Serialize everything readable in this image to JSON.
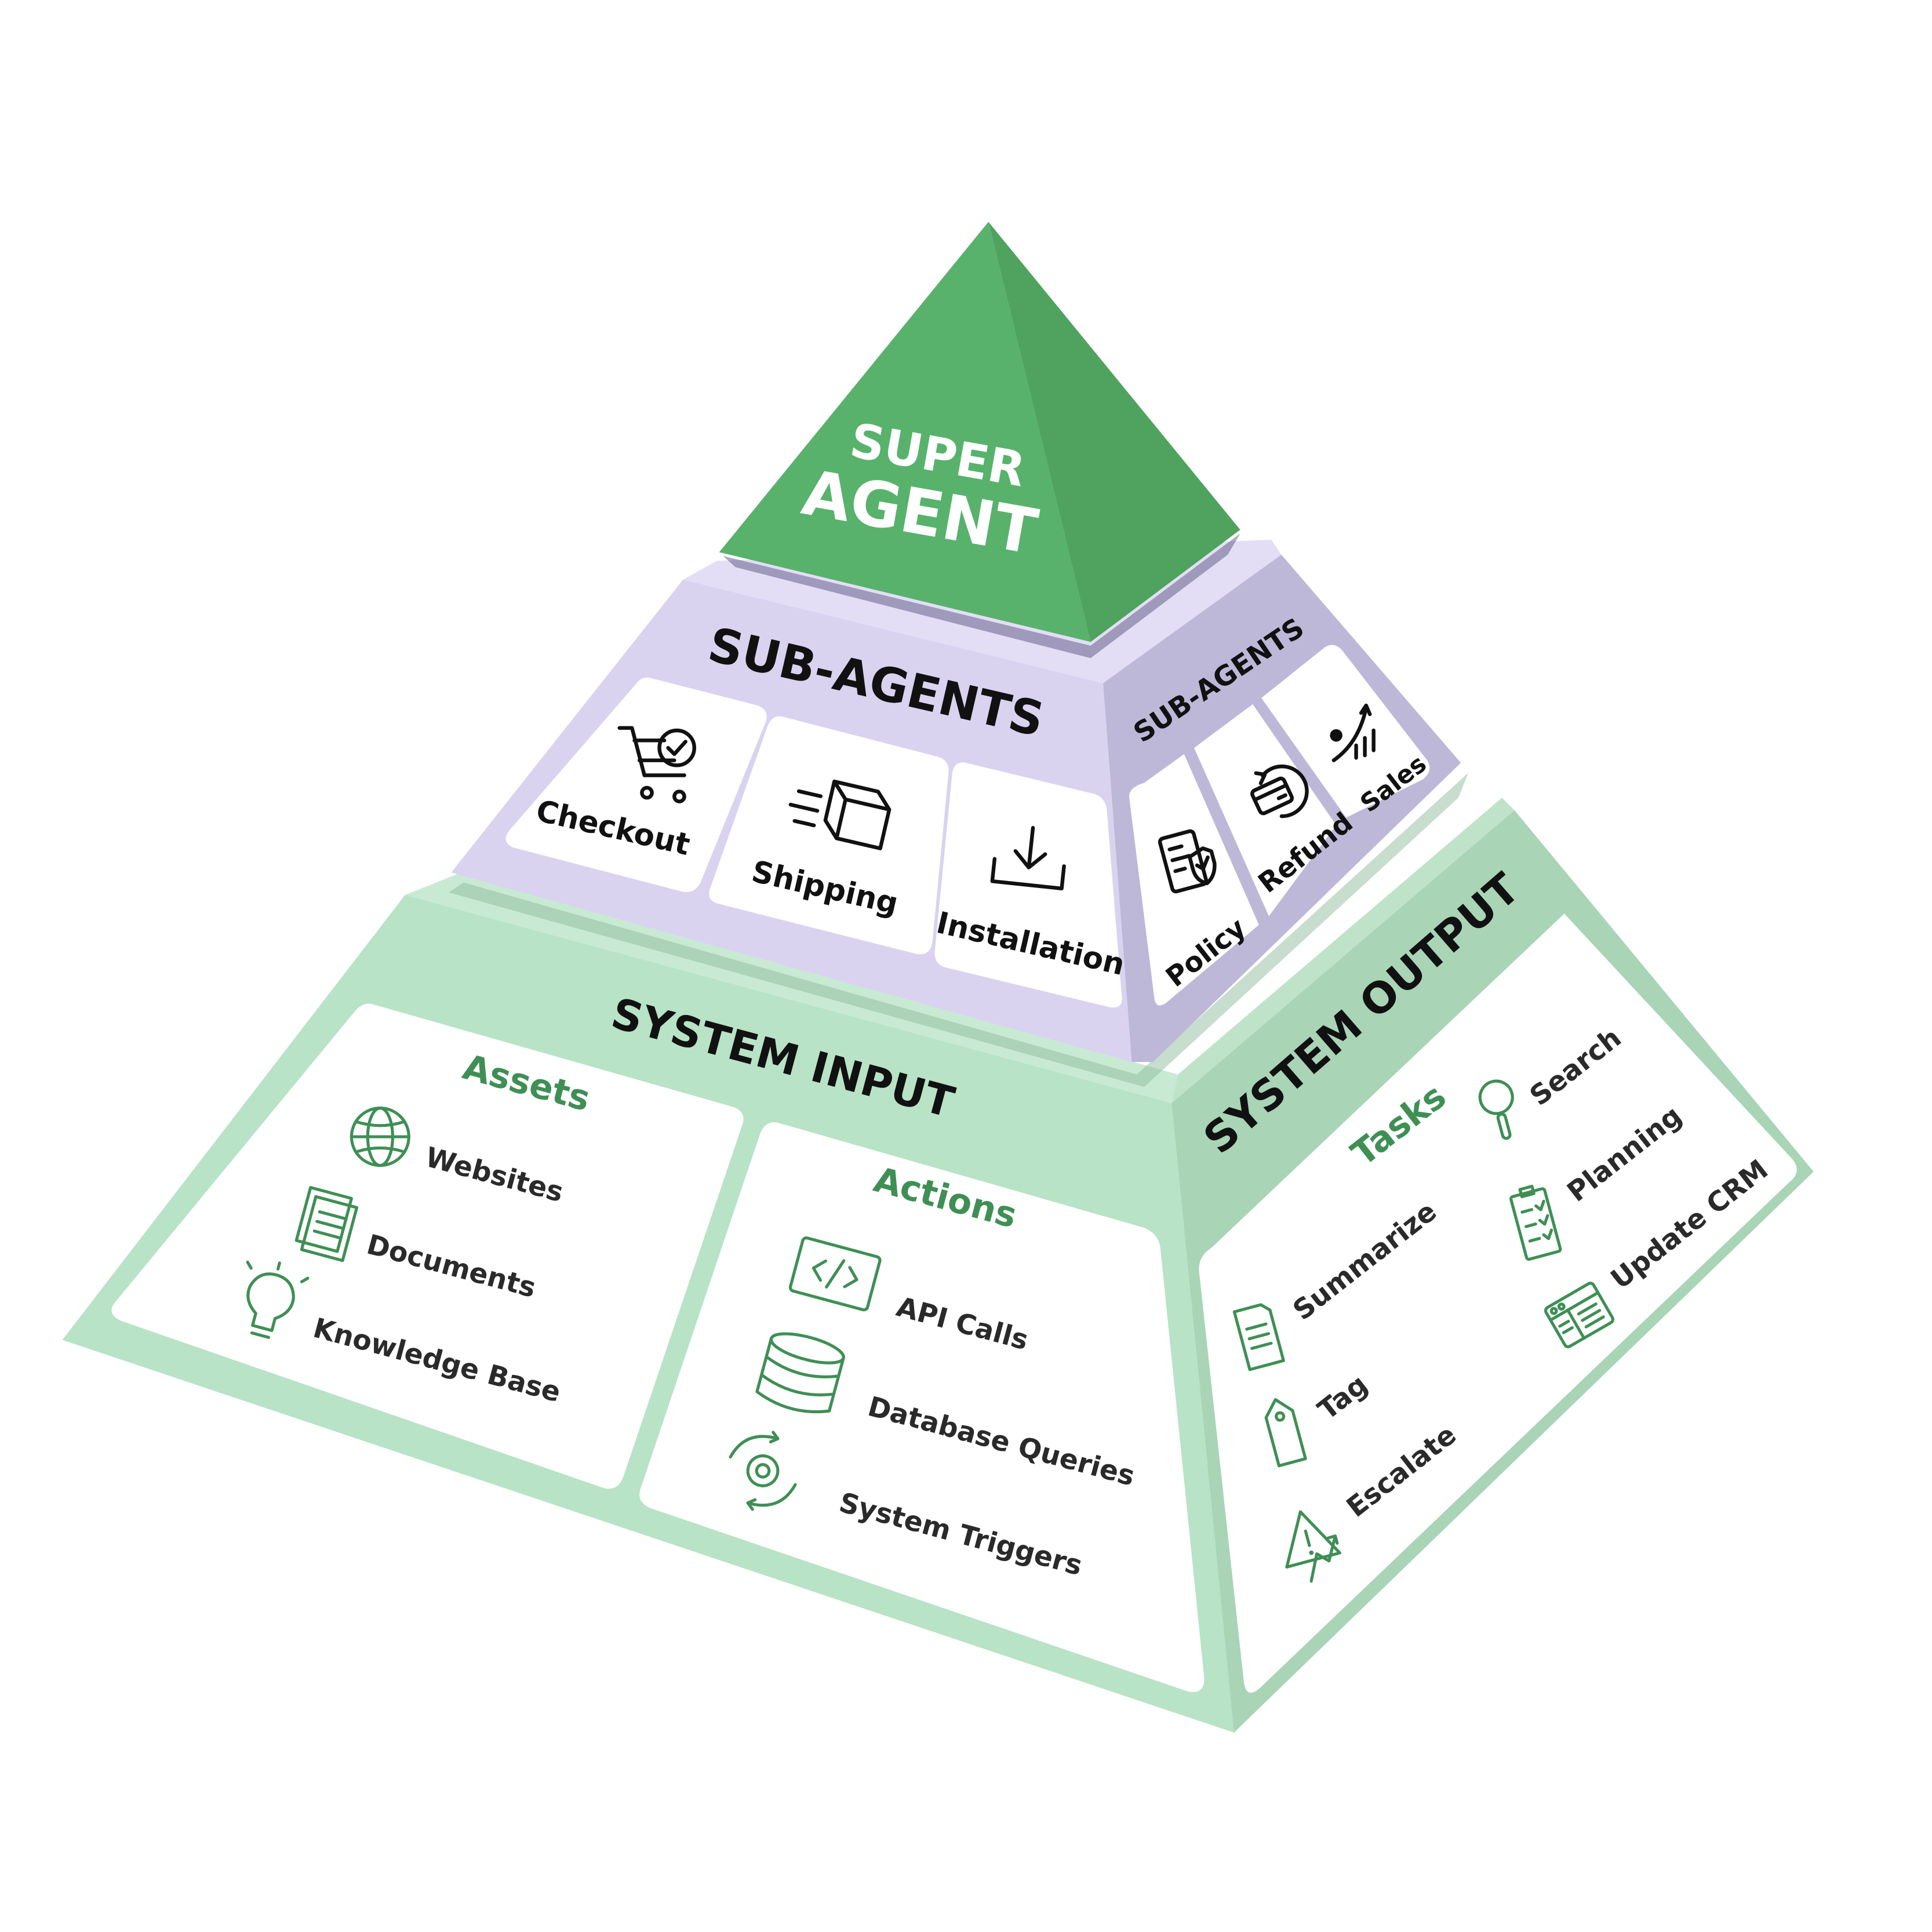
{
  "top": {
    "line1": "SUPER",
    "line2": "AGENT"
  },
  "middle": {
    "front_title": "SUB-AGENTS",
    "side_title": "SUB-AGENTS",
    "front_items": [
      {
        "label": "Checkout",
        "icon": "cart-check-icon"
      },
      {
        "label": "Shipping",
        "icon": "package-icon"
      },
      {
        "label": "Installation",
        "icon": "download-icon"
      }
    ],
    "side_items": [
      {
        "label": "Policy",
        "icon": "policy-shield-icon"
      },
      {
        "label": "Refund",
        "icon": "refund-card-icon"
      },
      {
        "label": "Sales",
        "icon": "sales-chart-icon"
      }
    ]
  },
  "bottom": {
    "input_title": "SYSTEM INPUT",
    "output_title": "SYSTEM OUTPUT",
    "assets": {
      "heading": "Assets",
      "items": [
        {
          "label": "Websites",
          "icon": "globe-icon"
        },
        {
          "label": "Documents",
          "icon": "documents-icon"
        },
        {
          "label": "Knowledge Base",
          "icon": "lightbulb-icon"
        }
      ]
    },
    "actions": {
      "heading": "Actions",
      "items": [
        {
          "label": "API Calls",
          "icon": "code-icon"
        },
        {
          "label": "Database Queries",
          "icon": "database-icon"
        },
        {
          "label": "System Triggers",
          "icon": "gear-cycle-icon"
        }
      ]
    },
    "tasks": {
      "heading": "Tasks",
      "items": [
        {
          "label": "Summarize",
          "icon": "document-icon"
        },
        {
          "label": "Tag",
          "icon": "tag-icon"
        },
        {
          "label": "Escalate",
          "icon": "warning-escalate-icon"
        },
        {
          "label": "Search",
          "icon": "magnifier-icon"
        },
        {
          "label": "Planning",
          "icon": "checklist-icon"
        },
        {
          "label": "Update CRM",
          "icon": "crm-window-icon"
        }
      ]
    }
  },
  "colors": {
    "apex_left": "#58b26c",
    "apex_right": "#4fa35f",
    "mid_front": "#d9d3f0",
    "mid_side": "#bdb8d8",
    "base_front": "#b8e3c6",
    "base_side": "#a9d4b6",
    "accent_green": "#3f8f55"
  }
}
